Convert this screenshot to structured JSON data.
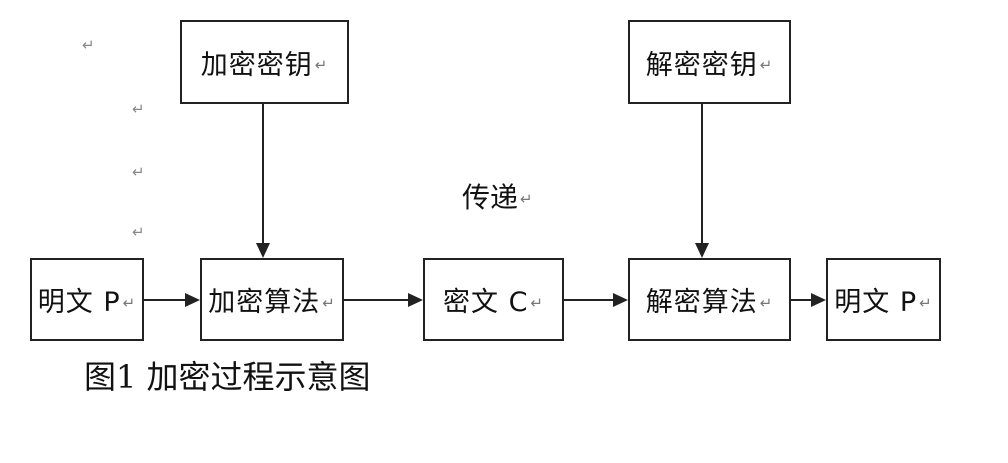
{
  "keys": {
    "encrypt_key": "加密密钥",
    "decrypt_key": "解密密钥"
  },
  "flow": {
    "plaintext_in": "明文 P",
    "encrypt_algo": "加密算法",
    "ciphertext": "密文 C",
    "decrypt_algo": "解密算法",
    "plaintext_out": "明文 P"
  },
  "transfer_label": "传递",
  "para_mark": "↵",
  "caption": "图1 加密过程示意图"
}
